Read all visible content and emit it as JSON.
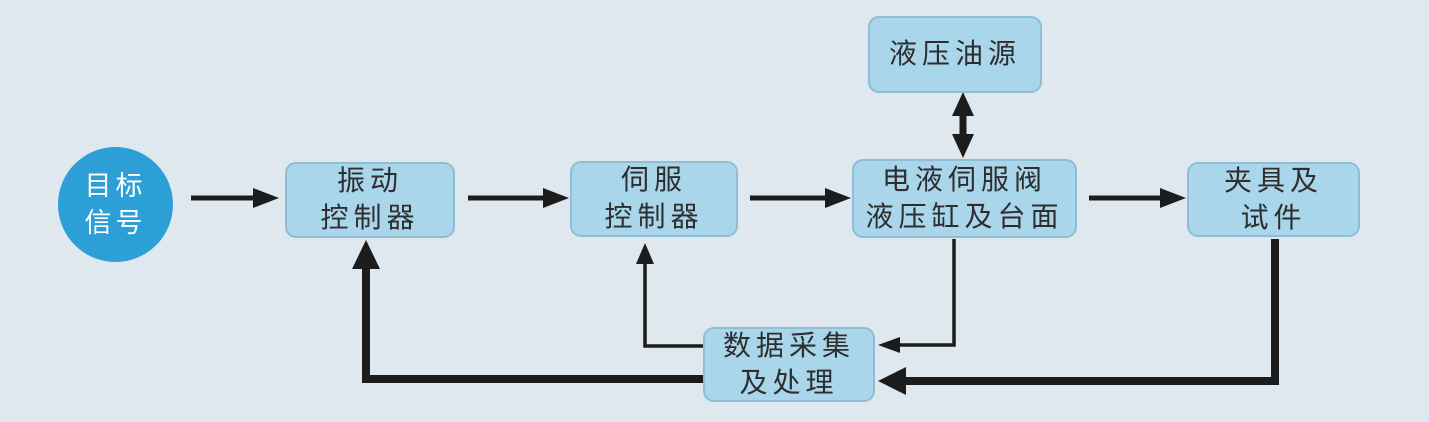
{
  "diagram": {
    "nodes": {
      "target_signal": {
        "label": "目标\n信号"
      },
      "vibration_controller": {
        "label": "振动\n控制器"
      },
      "servo_controller": {
        "label": "伺服\n控制器"
      },
      "valve_cylinder_table": {
        "label": "电液伺服阀\n液压缸及台面"
      },
      "fixture_specimen": {
        "label": "夹具及\n试件"
      },
      "hydraulic_oil_source": {
        "label": "液压油源"
      },
      "data_acquisition": {
        "label": "数据采集\n及处理"
      }
    },
    "colors": {
      "background": "#dfe8ee",
      "node_fill": "#a9d6ea",
      "circle_fill": "#2b9fd6",
      "circle_text": "#ffffff",
      "node_text": "#2e2e2e",
      "arrow": "#1c1c1c"
    }
  }
}
